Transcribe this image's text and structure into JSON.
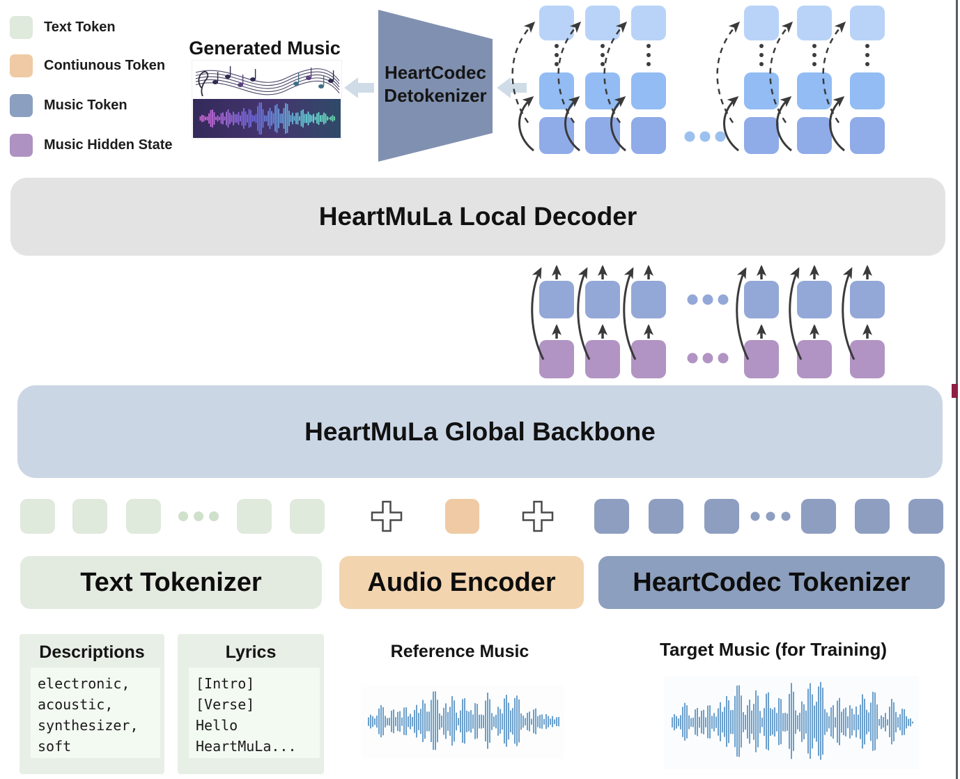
{
  "legend": {
    "items": [
      {
        "label": "Text Token",
        "color": "#dfe9dc"
      },
      {
        "label": "Contiunous Token",
        "color": "#efcaa4"
      },
      {
        "label": "Music Token",
        "color": "#8b9fc0"
      },
      {
        "label": "Music Hidden State",
        "color": "#ae92c1"
      }
    ]
  },
  "top_output": {
    "generated_music_title": "Generated Music"
  },
  "detokenizer": {
    "line1": "HeartCodec",
    "line2": "Detokenizer"
  },
  "bars": {
    "local_decoder": "HeartMuLa Local Decoder",
    "global_backbone": "HeartMuLa Global Backbone"
  },
  "modules": {
    "text_tokenizer": "Text Tokenizer",
    "audio_encoder": "Audio Encoder",
    "heartcodec_tokenizer": "HeartCodec Tokenizer"
  },
  "inputs": {
    "descriptions": {
      "title": "Descriptions",
      "lines": [
        "electronic,",
        "acoustic,",
        "synthesizer,",
        "soft"
      ]
    },
    "lyrics": {
      "title": "Lyrics",
      "lines": [
        "[Intro]",
        "[Verse]",
        "Hello",
        "HeartMuLa..."
      ]
    },
    "reference_music_title": "Reference Music",
    "target_music_title": "Target Music (for Training)"
  },
  "diagram": {
    "token_grid_columns": 6,
    "hidden_state_columns": 6,
    "colors": {
      "token_top": "#b9d3f8",
      "token_mid": "#92bcf3",
      "token_bottom": "#8fabe8",
      "dots_light_blue": "#9cc0ef",
      "mid_blue": "#93a8d7",
      "mid_purple": "#b194c3",
      "text_token": "#dfe9dc",
      "dots_green": "#cfe0cb",
      "continuous_token": "#efcaa4",
      "music_token_row": "#8d9ec0",
      "local_decoder_bar": "#e3e3e3",
      "global_backbone_bar": "#cbd6e5",
      "text_tokenizer_box": "#e3ebe1",
      "audio_encoder_box": "#f2d4af",
      "heartcodec_tokenizer_box": "#8d9fbe",
      "detokenizer": "#8090b0",
      "block_arrow": "#cfdce7",
      "arrow_dark": "#3a3a3a",
      "waveform": "#6b9fcb",
      "card_bg": "#e8efe6",
      "card_inner_bg": "#f3faf2",
      "edge_line": "#565c63",
      "edge_tick": "#8e1f44"
    }
  }
}
